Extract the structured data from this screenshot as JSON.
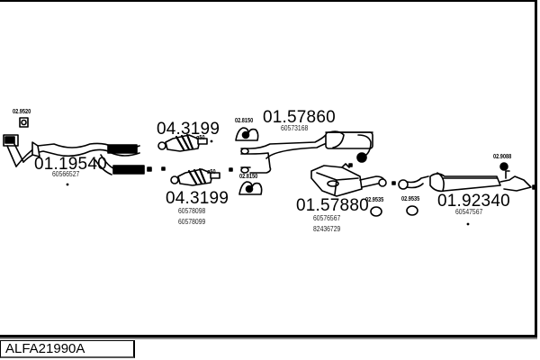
{
  "diagram_code": "ALFA21990A",
  "parts": [
    {
      "id": "front-pipe",
      "part_number": "01.19540",
      "oem_numbers": [
        "60566527"
      ]
    },
    {
      "id": "catalyst-upper",
      "part_number": "04.3199",
      "oem_numbers": [],
      "diameter": "ø50"
    },
    {
      "id": "catalyst-lower",
      "part_number": "04.3199",
      "oem_numbers": [
        "60578098",
        "60578099"
      ],
      "diameter": "ø50"
    },
    {
      "id": "center-muffler",
      "part_number": "01.57860",
      "oem_numbers": [
        "60573168"
      ]
    },
    {
      "id": "middle-muffler",
      "part_number": "01.57880",
      "oem_numbers": [
        "60576567",
        "82436729"
      ]
    },
    {
      "id": "rear-muffler",
      "part_number": "01.92340",
      "oem_numbers": [
        "60547567"
      ]
    }
  ],
  "fittings": [
    {
      "id": "front-mount",
      "part_number": "02.9520"
    },
    {
      "id": "upper-hanger",
      "part_number": "02.8150"
    },
    {
      "id": "lower-hanger",
      "part_number": "02.8150"
    },
    {
      "id": "ring-1",
      "part_number": "02.9535"
    },
    {
      "id": "ring-2",
      "part_number": "02.9535"
    },
    {
      "id": "rear-hanger",
      "part_number": "02.9088"
    }
  ]
}
